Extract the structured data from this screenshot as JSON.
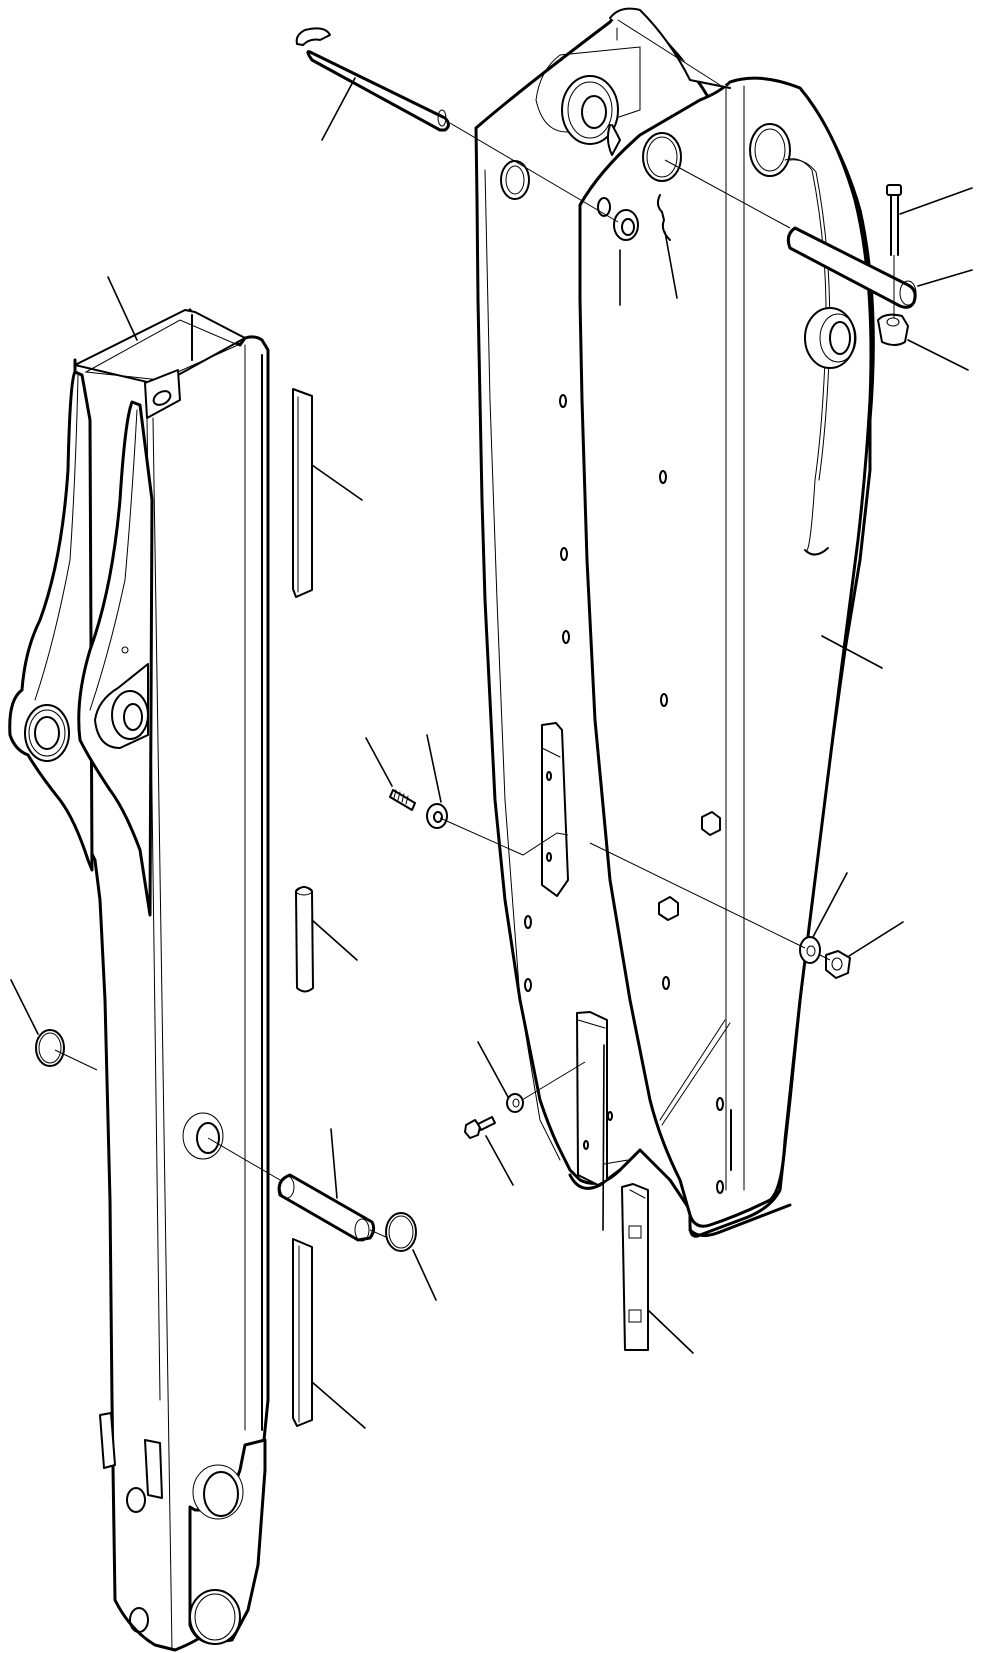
{
  "diagram": {
    "type": "exploded-parts-view",
    "subject": "excavator arm / boom extension assembly",
    "background": "#ffffff",
    "line_color": "#000000",
    "assemblies": [
      {
        "id": "left-arm-section",
        "name": "inner arm section (box beam with side plates)"
      },
      {
        "id": "right-arm-section",
        "name": "outer arm section (tapered boom)"
      }
    ],
    "parts": [
      {
        "id": "top-pin-with-tab",
        "name": "pin with retaining tab",
        "leader": true
      },
      {
        "id": "top-washer",
        "name": "washer",
        "leader": true
      },
      {
        "id": "top-clip",
        "name": "cotter clip",
        "leader": true
      },
      {
        "id": "bolt-top-right",
        "name": "bolt",
        "leader": true
      },
      {
        "id": "pin-top-right",
        "name": "pin",
        "leader": true
      },
      {
        "id": "nut-top-right",
        "name": "lock nut",
        "leader": true
      },
      {
        "id": "box-beam-top",
        "name": "box beam",
        "leader": true
      },
      {
        "id": "wear-strip-upper",
        "name": "wear strip",
        "leader": true
      },
      {
        "id": "spring",
        "name": "spring",
        "leader": true
      },
      {
        "id": "washer-mid-left",
        "name": "washer",
        "leader": true
      },
      {
        "id": "slide-pad",
        "name": "slide pad",
        "leader": false
      },
      {
        "id": "washer-mid-right",
        "name": "washer",
        "leader": true
      },
      {
        "id": "nut-mid-right",
        "name": "nut",
        "leader": true
      },
      {
        "id": "boom-body",
        "name": "boom body",
        "leader": true
      },
      {
        "id": "rod-mid",
        "name": "round rod",
        "leader": true
      },
      {
        "id": "snap-ring-left",
        "name": "snap ring",
        "leader": true
      },
      {
        "id": "pin-lower",
        "name": "pin",
        "leader": true
      },
      {
        "id": "snap-ring-lower",
        "name": "snap ring",
        "leader": true
      },
      {
        "id": "washer-lower",
        "name": "washer",
        "leader": true
      },
      {
        "id": "bolt-lower",
        "name": "bolt",
        "leader": true
      },
      {
        "id": "shim-pad",
        "name": "pad",
        "leader": true
      },
      {
        "id": "wear-strip-bottom-right",
        "name": "wear strip",
        "leader": true
      },
      {
        "id": "wear-strip-lower",
        "name": "wear strip",
        "leader": true
      }
    ],
    "labels": []
  }
}
